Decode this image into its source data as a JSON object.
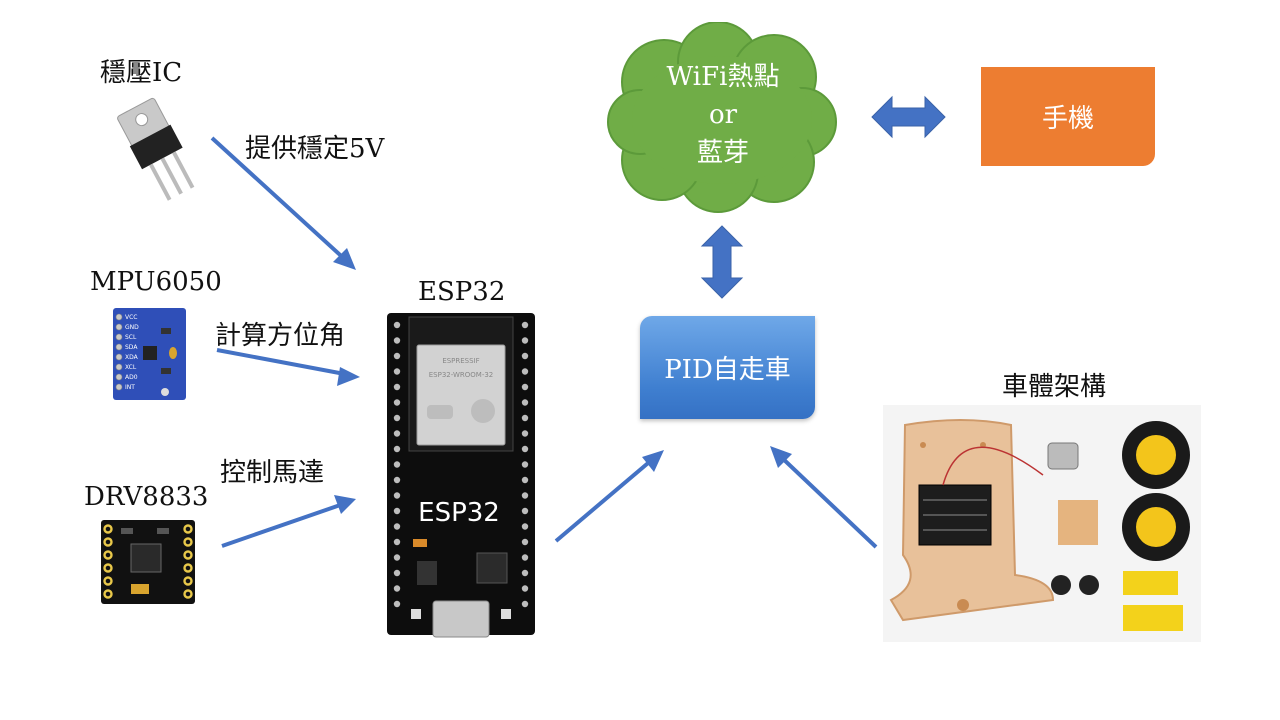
{
  "labels": {
    "regulator_title": "穩壓IC",
    "regulator_desc": "提供穩定5V",
    "mpu_title": "MPU6050",
    "mpu_desc": "計算方位角",
    "drv_title": "DRV8833",
    "drv_desc": "控制馬達",
    "esp_title": "ESP32",
    "chassis_title": "車體架構"
  },
  "cloud": {
    "line1": "WiFi熱點",
    "line2": "or",
    "line3": "藍芽"
  },
  "phone_box": {
    "label": "手機"
  },
  "pid_box": {
    "label": "PID自走車"
  },
  "board_print": {
    "esp_big": "ESP32",
    "module_brand": "ESPRESSIF",
    "module_model": "ESP32-WROOM-32",
    "mpu_pins": [
      "VCC",
      "GND",
      "SCL",
      "SDA",
      "XDA",
      "XCL",
      "AD0",
      "INT"
    ]
  },
  "colors": {
    "arrow_blue": "#4472c4",
    "cloud_green": "#70ad47",
    "phone_orange": "#ed7d31",
    "pid_blue": "#4a86d8"
  }
}
